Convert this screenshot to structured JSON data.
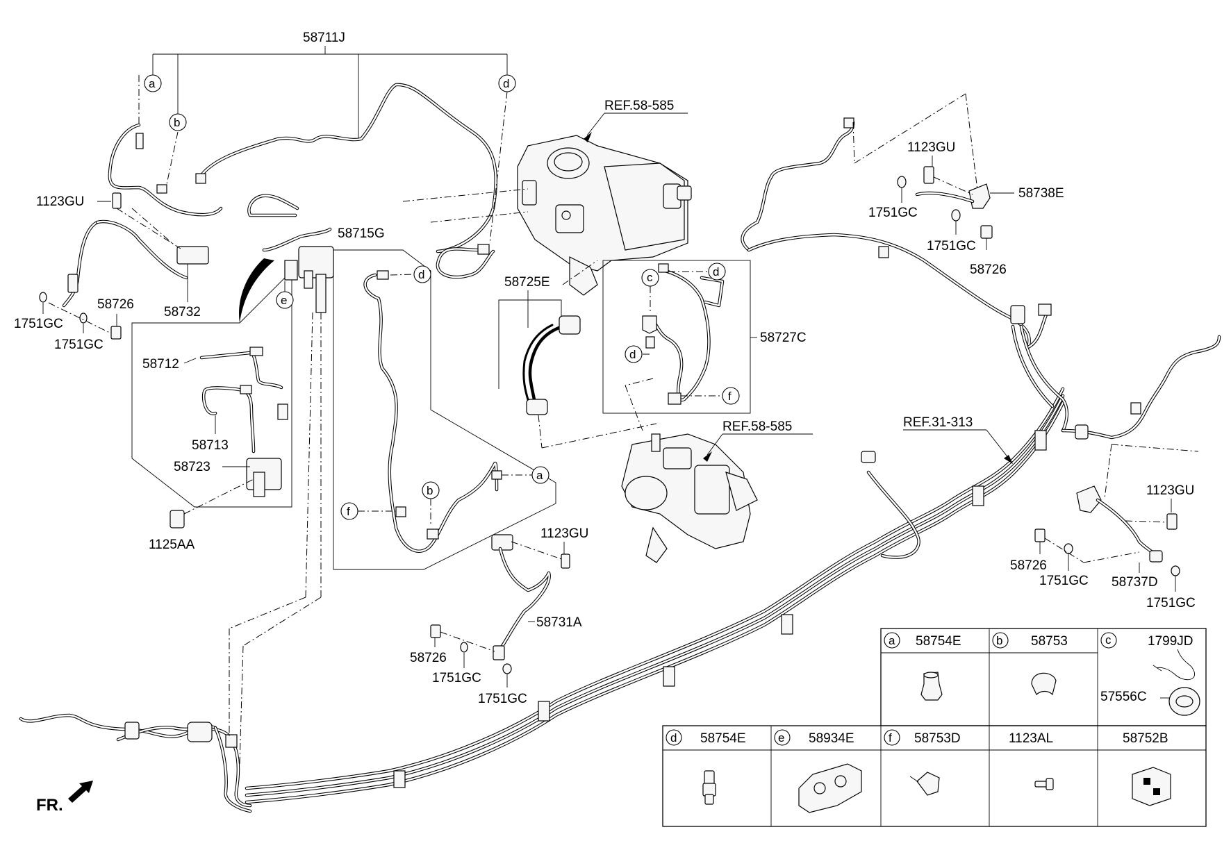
{
  "labels": {
    "p58711J": "58711J",
    "ref_top": "REF.58-585",
    "ref_mid": "REF.58-585",
    "ref_313": "REF.31-313",
    "p1123GU_l": "1123GU",
    "p1123GU_tr": "1123GU",
    "p1123GU_c": "1123GU",
    "p1123GU_r": "1123GU",
    "p58738E": "58738E",
    "p1751GC_tr1": "1751GC",
    "p1751GC_tr2": "1751GC",
    "p58726_tr": "58726",
    "p58715G": "58715G",
    "p58732": "58732",
    "p1751GC_l1": "1751GC",
    "p1751GC_l2": "1751GC",
    "p58726_l": "58726",
    "p58712": "58712",
    "p58713": "58713",
    "p58723": "58723",
    "p1125AA": "1125AA",
    "p58725E": "58725E",
    "p58727C": "58727C",
    "p58731A": "58731A",
    "p58726_c": "58726",
    "p1751GC_c1": "1751GC",
    "p1751GC_c2": "1751GC",
    "p58726_r": "58726",
    "p1751GC_r1": "1751GC",
    "p58737D": "58737D",
    "p1751GC_r2": "1751GC",
    "fr": "FR."
  },
  "callout_letters": [
    "a",
    "b",
    "c",
    "d",
    "e",
    "f"
  ],
  "legend": {
    "row1": [
      {
        "letter": "a",
        "part": "58754E"
      },
      {
        "letter": "b",
        "part": "58753"
      },
      {
        "letter": "c",
        "part": "1799JD",
        "part2": "57556C"
      }
    ],
    "row2": [
      {
        "letter": "d",
        "part": "58754E"
      },
      {
        "letter": "e",
        "part": "58934E"
      },
      {
        "letter": "f",
        "part": "58753D"
      },
      {
        "letter": "",
        "part": "1123AL"
      },
      {
        "letter": "",
        "part": "58752B"
      }
    ]
  }
}
